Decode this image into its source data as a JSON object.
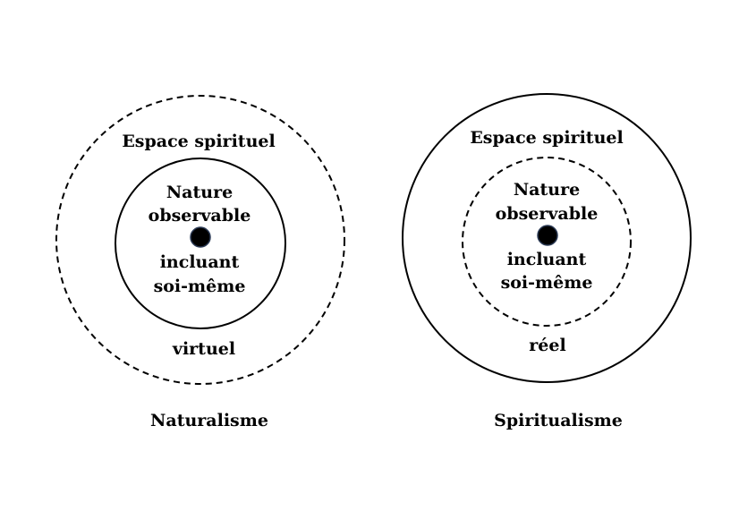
{
  "colors": {
    "stroke": "#000000",
    "center_dot": "#000000",
    "center_dot_outline": "#2b3a55",
    "background": "#ffffff"
  },
  "diagrams": [
    {
      "caption": "Naturalisme",
      "outer_label": "Espace spirituel",
      "outer_circle_style": "dashed",
      "inner_circle_style": "solid",
      "inner_label_top": [
        "Nature",
        "observable"
      ],
      "inner_label_bottom": [
        "incluant",
        "soi-même"
      ],
      "ring_label": "virtuel"
    },
    {
      "caption": "Spiritualisme",
      "outer_label": "Espace spirituel",
      "outer_circle_style": "solid",
      "inner_circle_style": "dashed",
      "inner_label_top": [
        "Nature",
        "observable"
      ],
      "inner_label_bottom": [
        "incluant",
        "soi-même"
      ],
      "ring_label": "réel"
    }
  ]
}
